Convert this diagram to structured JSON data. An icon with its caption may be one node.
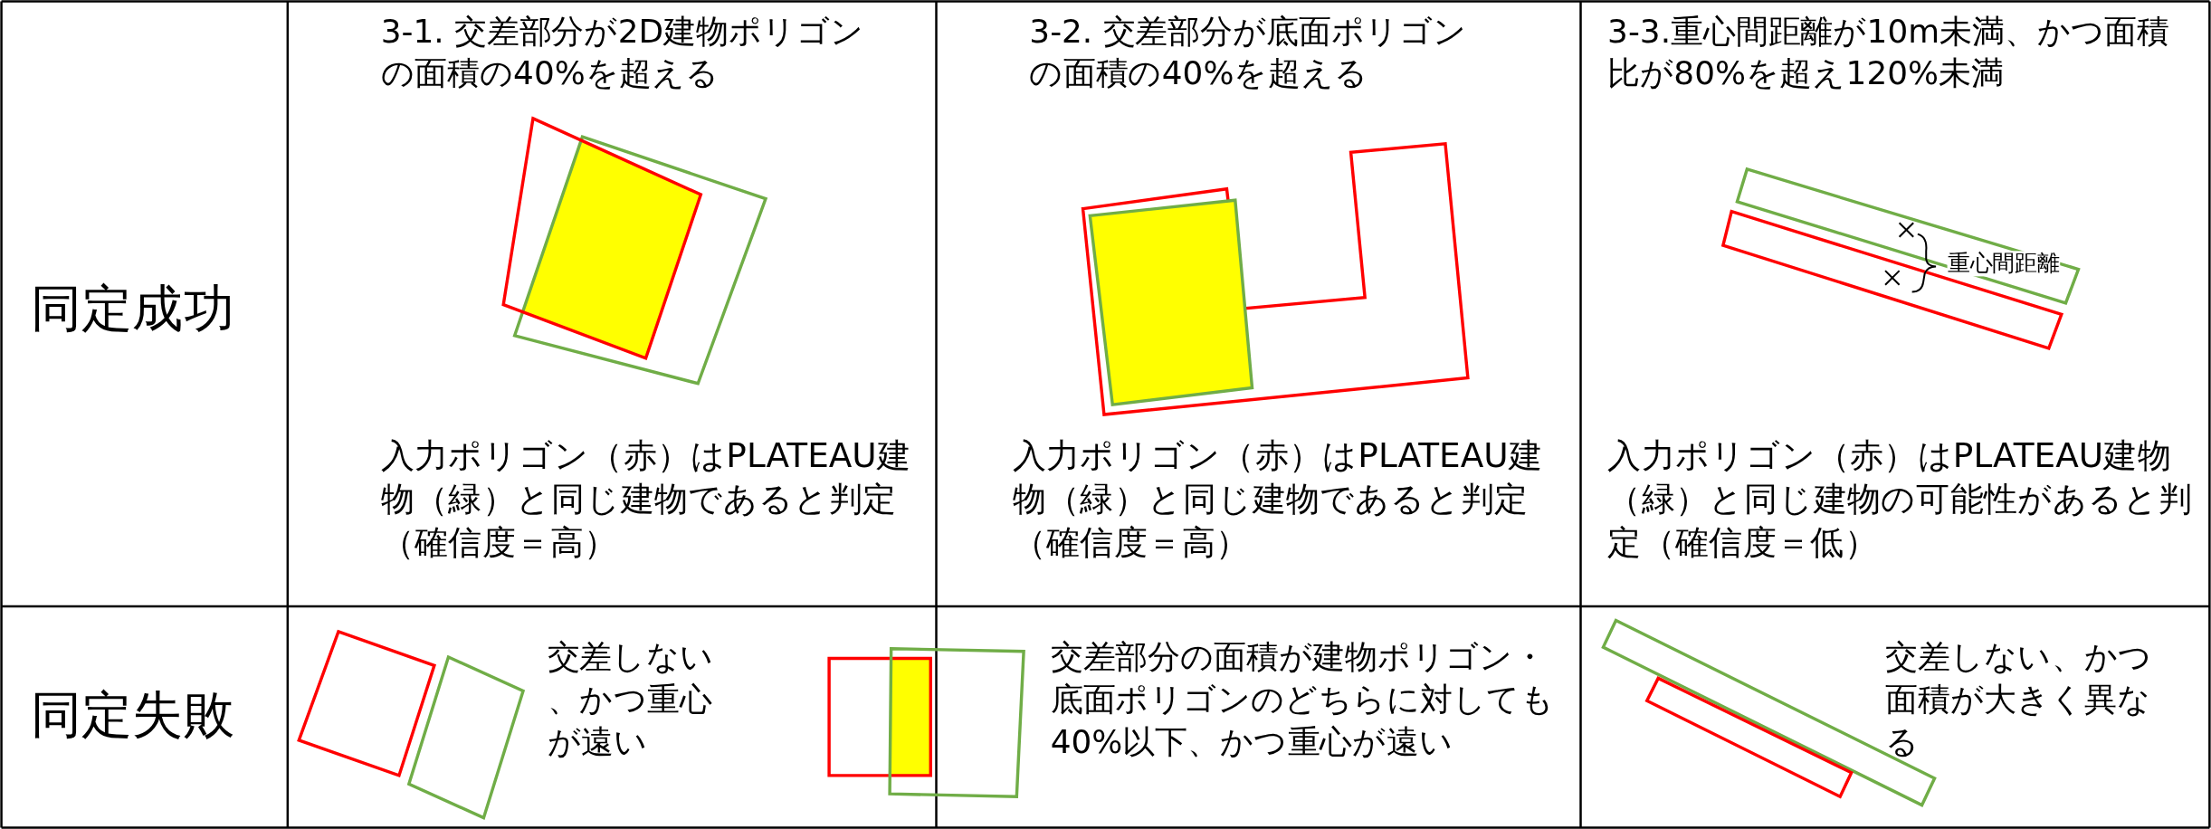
{
  "diagram": {
    "labels": [
      "同定成功",
      "3-1. 交差部分が2D建物ポリゴンの面積の40%を超える",
      "入力ポリゴン（赤）はPLATEAU建物（緑）と同じ建物であると判定（確信度＝高）",
      "3-2. 交差部分が底面ポリゴンの面積の40%を超える",
      "入力ポリゴン（赤）はPLATEAU建物（緑）と同じ建物であると判定（確信度＝高）",
      "3-3.重心間距離が10m未満、かつ面積比が80%を超え120%未満",
      "重心間距離",
      "入力ポリゴン（赤）はPLATEAU建物（緑）と同じ建物の可能性があると判定（確信度＝低）",
      "同定失敗",
      "交差しない、かつ重心が遠い",
      "交差部分の面積が建物ポリゴン・底面ポリゴンのどちらに対しても40%以下、かつ重心が遠い",
      "交差しない、かつ面積が大きく異なる"
    ]
  }
}
